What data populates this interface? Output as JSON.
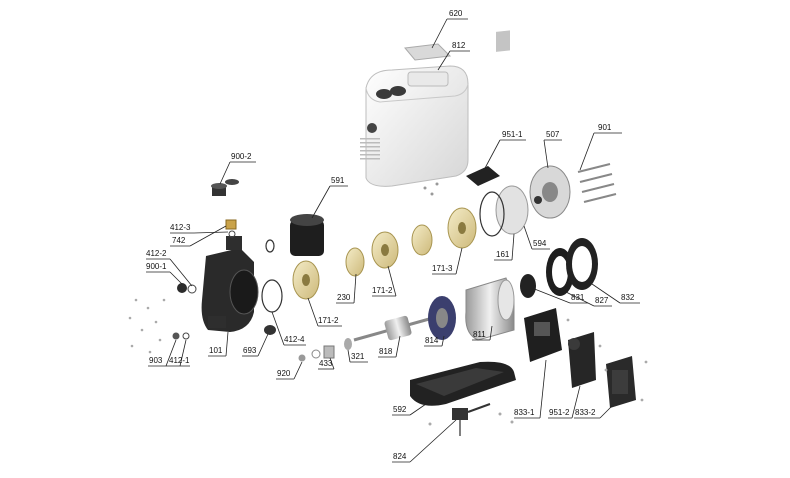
{
  "callouts": [
    {
      "id": "c620",
      "text": "620"
    },
    {
      "id": "c812",
      "text": "812"
    },
    {
      "id": "c951_1",
      "text": "951-1"
    },
    {
      "id": "c507",
      "text": "507"
    },
    {
      "id": "c901",
      "text": "901"
    },
    {
      "id": "c900_2",
      "text": "900-2"
    },
    {
      "id": "c591",
      "text": "591"
    },
    {
      "id": "c412_3",
      "text": "412-3"
    },
    {
      "id": "c742",
      "text": "742"
    },
    {
      "id": "c412_2",
      "text": "412-2"
    },
    {
      "id": "c900_1",
      "text": "900-1"
    },
    {
      "id": "c230",
      "text": "230"
    },
    {
      "id": "c171_2a",
      "text": "171-2"
    },
    {
      "id": "c171_2b",
      "text": "171-2"
    },
    {
      "id": "c171_3",
      "text": "171-3"
    },
    {
      "id": "c161",
      "text": "161"
    },
    {
      "id": "c594",
      "text": "594"
    },
    {
      "id": "c831",
      "text": "831"
    },
    {
      "id": "c827",
      "text": "827"
    },
    {
      "id": "c832",
      "text": "832"
    },
    {
      "id": "c811",
      "text": "811"
    },
    {
      "id": "c814",
      "text": "814"
    },
    {
      "id": "c818",
      "text": "818"
    },
    {
      "id": "c321",
      "text": "321"
    },
    {
      "id": "c433",
      "text": "433"
    },
    {
      "id": "c920",
      "text": "920"
    },
    {
      "id": "c693",
      "text": "693"
    },
    {
      "id": "c412_4",
      "text": "412-4"
    },
    {
      "id": "c101",
      "text": "101"
    },
    {
      "id": "c903",
      "text": "903"
    },
    {
      "id": "c412_1",
      "text": "412-1"
    },
    {
      "id": "c592",
      "text": "592"
    },
    {
      "id": "c833_1",
      "text": "833-1"
    },
    {
      "id": "c951_2",
      "text": "951-2"
    },
    {
      "id": "c833_2",
      "text": "833-2"
    },
    {
      "id": "c824",
      "text": "824"
    }
  ],
  "colors": {
    "housing": "#f3f3f3",
    "dark_part": "#2b2b2b",
    "impeller": "#e8dcae",
    "metal": "#cfcfcf",
    "label_line": "#222222"
  }
}
